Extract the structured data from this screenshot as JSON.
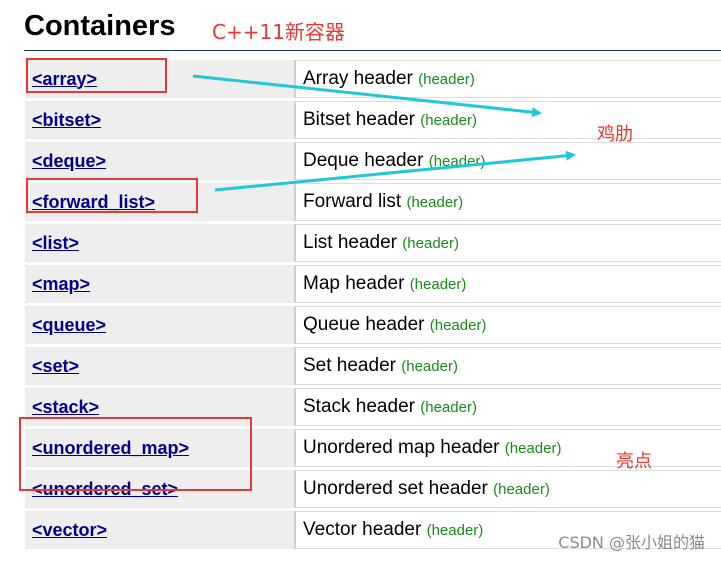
{
  "heading": "Containers",
  "heading_note": "C++11新容器",
  "rows": [
    {
      "link": "<array>",
      "desc": "Array header",
      "tag": "(header)"
    },
    {
      "link": "<bitset>",
      "desc": "Bitset header",
      "tag": "(header)"
    },
    {
      "link": "<deque>",
      "desc": "Deque header",
      "tag": "(header)"
    },
    {
      "link": "<forward_list>",
      "desc": "Forward list",
      "tag": "(header)"
    },
    {
      "link": "<list>",
      "desc": "List header",
      "tag": "(header)"
    },
    {
      "link": "<map>",
      "desc": "Map header",
      "tag": "(header)"
    },
    {
      "link": "<queue>",
      "desc": "Queue header",
      "tag": "(header)"
    },
    {
      "link": "<set>",
      "desc": "Set header",
      "tag": "(header)"
    },
    {
      "link": "<stack>",
      "desc": "Stack header",
      "tag": "(header)"
    },
    {
      "link": "<unordered_map>",
      "desc": "Unordered map header",
      "tag": "(header)"
    },
    {
      "link": "<unordered_set>",
      "desc": "Unordered set header",
      "tag": "(header)"
    },
    {
      "link": "<vector>",
      "desc": "Vector header",
      "tag": "(header)"
    }
  ],
  "annotations": {
    "leiji": "鸡肋",
    "liangdian": "亮点"
  },
  "watermark": "CSDN @张小姐的猫",
  "colors": {
    "annotation_red": "#e53935",
    "arrow_cyan": "#1fc8d6",
    "link_blue": "#00008b",
    "header_green": "#1a8a1a"
  }
}
